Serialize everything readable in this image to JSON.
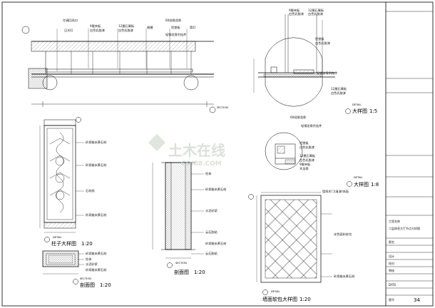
{
  "drawing": {
    "top_section": {
      "labels": [
        "空调回风口",
        "日光灯",
        "9厘夹板",
        "白色乳胶漆",
        "12厘石膏板",
        "白色乳胶漆",
        "格栅",
        "60轻钢龙骨",
        "铝塑板",
        "轻钢龙骨吊挂件",
        "筒灯"
      ]
    },
    "detail_top_right": {
      "labels": [
        "9厘夹板",
        "白色乳胶漆",
        "12厘石膏板",
        "白色乳胶漆",
        "铝塑板",
        "白色乳胶漆",
        "轻钢龙骨吊挂件",
        "12厘石膏板",
        "白色乳胶漆"
      ],
      "title": "大样图",
      "scale": "1:5"
    },
    "detail_mid_right": {
      "labels": [
        "60轻钢龙骨",
        "轻钢龙骨吊挂件",
        "铝塑板",
        "白色乳胶漆",
        "12厘石膏板",
        "白色乳胶漆",
        "9厘夹板",
        "木龙骨"
      ],
      "title": "大样图",
      "scale": "1:8"
    },
    "column_elevation": {
      "labels": [
        "砂浆蜡米黄石材",
        "砂浆蜡米黄石材",
        "石材线",
        "砂浆蜡米黄石材"
      ],
      "title": "柱子大样图",
      "scale": "1:20"
    },
    "column_plan": {
      "labels": [
        "砂浆蜡米黄石材",
        "柱体",
        "水泥砂浆",
        "砂浆蜡米黄石材"
      ],
      "title": "剖面图",
      "scale": "1:20"
    },
    "column_section": {
      "labels": [
        "柱体",
        "砂浆蜡米黄石材",
        "水泥砂浆",
        "云石胶粘",
        "砂浆蜡米黄石材",
        "云石胶粘"
      ],
      "title": "剖面图",
      "scale": "1:20"
    },
    "wall_panel": {
      "labels": [
        "墙纸木门(清漆)饰面",
        "米色面料软包",
        "砂浆蜡米黄石材"
      ],
      "title": "墙面软包大样图",
      "scale": "1:20"
    },
    "tags": [
      "SECTION",
      "DETAIL",
      "SECTION",
      "SECTION",
      "DETAIL",
      "DETAIL",
      "DETAIL"
    ]
  },
  "title_block": {
    "rows": [
      "",
      "",
      "工程名称",
      "",
      "",
      "",
      "",
      "二层休息大厅节点大样图",
      "图名",
      "",
      "",
      "",
      "",
      "",
      "设计",
      "校对",
      "审核",
      "图号",
      "DATE",
      ""
    ],
    "sheet_number": "34",
    "sheet_label": "图号"
  },
  "watermark": {
    "main": "土木在线",
    "sub": "COI88.COM"
  }
}
